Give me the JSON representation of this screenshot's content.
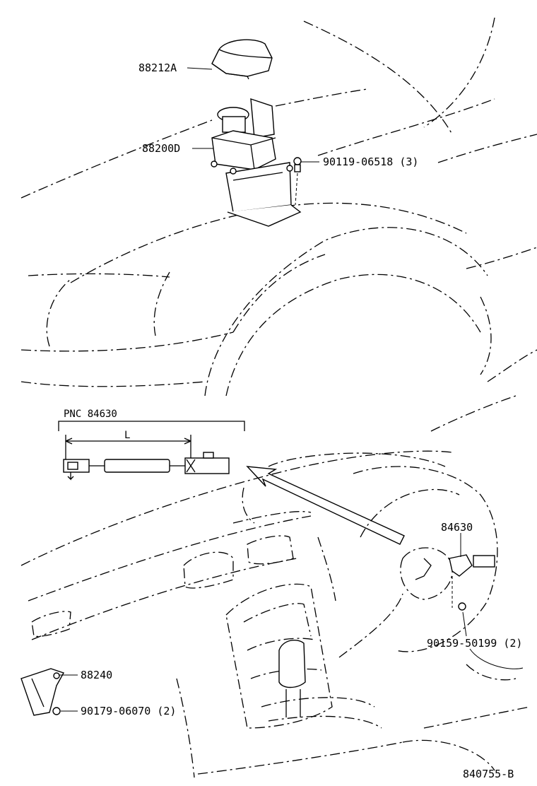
{
  "callouts": {
    "p88212A": "88212A",
    "p88200D": "88200D",
    "p90119": "90119-06518 (3)",
    "p84630": "84630",
    "p90159": "90159-50199 (2)",
    "p88240": "88240",
    "p90179": "90179-06070 (2)"
  },
  "inset": {
    "pnc_label": "PNC 84630",
    "length_label": "L"
  },
  "figure_code": "840755-B"
}
